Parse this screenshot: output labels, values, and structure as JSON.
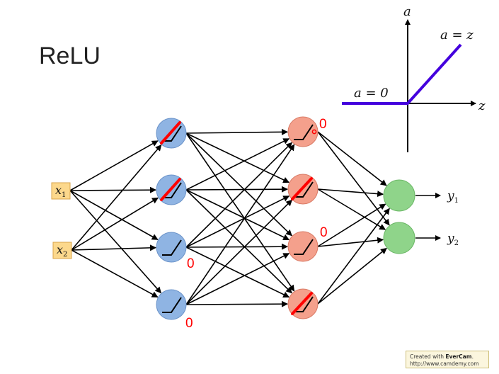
{
  "title": "ReLU",
  "graph": {
    "axis_a": "a",
    "axis_z": "z",
    "label_zero": "a = 0",
    "label_identity": "a = z",
    "line_color": "#4400dd"
  },
  "inputs": [
    "x",
    "x"
  ],
  "input_subscripts": [
    "1",
    "2"
  ],
  "outputs": [
    "y",
    "y"
  ],
  "output_subscripts": [
    "1",
    "2"
  ],
  "zero_marks": [
    "0",
    "0",
    "0",
    "0"
  ],
  "colors": {
    "layer1": "#8fb4e3",
    "layer2": "#f4a08c",
    "output": "#8fd48a",
    "input_box": "#fcd88c",
    "deactivated": "#ff0000"
  },
  "watermark": {
    "created_prefix": "Created with",
    "brand": "EverCam",
    "url": "http://www.camdemy.com"
  }
}
